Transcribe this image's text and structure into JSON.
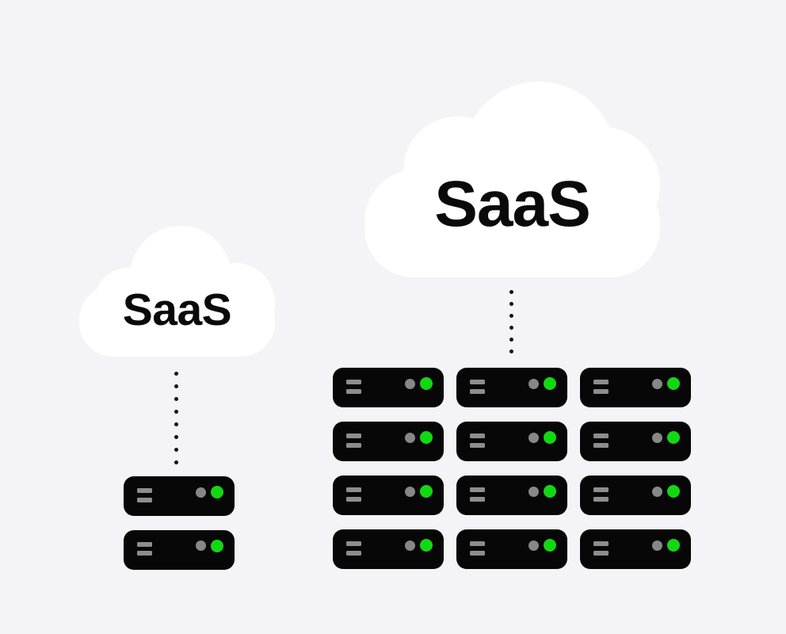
{
  "background": "#f4f4f8",
  "colors": {
    "cloud": "#ffffff",
    "label_text": "#0a0a0a",
    "server_body": "#070707",
    "server_vent": "#8d8d8d",
    "led_idle": "#878787",
    "led_active": "#12d812",
    "connector_dot": "#111111"
  },
  "clouds": {
    "small": {
      "label": "SaaS"
    },
    "large": {
      "label": "SaaS"
    }
  },
  "connectors": {
    "small_dot_count": 8,
    "large_dot_count": 6
  },
  "servers": {
    "small_cluster_count": 2,
    "large_cluster_count": 12,
    "large_cluster_columns": 3,
    "icons": {
      "vent": "vent-slots-icon",
      "led_idle": "led-idle-icon",
      "led_active": "led-active-icon"
    }
  }
}
